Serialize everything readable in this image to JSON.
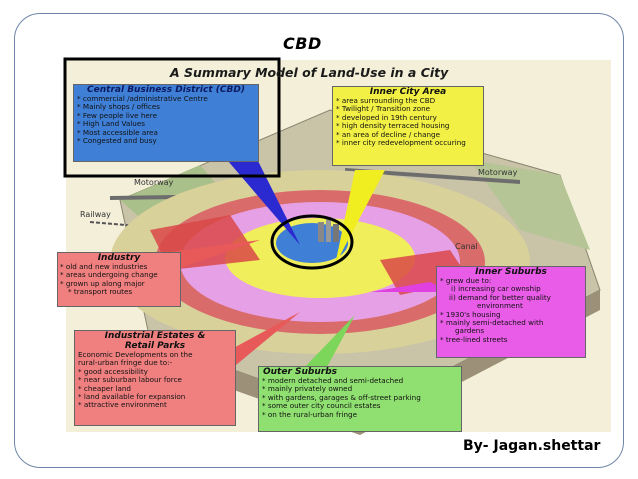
{
  "slide": {
    "title": "CBD",
    "author": "By- Jagan.shettar"
  },
  "diagram": {
    "heading": "A Summary Model of Land-Use in a City",
    "map_labels": {
      "motorway_left": "Motorway",
      "motorway_right": "Motorway",
      "railway": "Railway",
      "canal": "Canal"
    },
    "colors": {
      "cbd": "#3f7fd6",
      "inner_city": "#f2f044",
      "inner_suburbs": "#e85ce8",
      "outer_suburbs": "#8fe070",
      "industry": "#e85a5a",
      "industrial_estates": "#f08080"
    },
    "boxes": {
      "cbd": {
        "title": "Central Business District (CBD)",
        "items": [
          "commercial /administrative Centre",
          "Mainly shops / offices",
          "Few people live here",
          "High Land Values",
          "Most accessible area",
          "Congested and busy"
        ]
      },
      "inner_city": {
        "title": "Inner City Area",
        "items": [
          "area surrounding the CBD",
          "Twilight / Transition zone",
          "developed in 19th century",
          "high density terraced housing",
          "an area of decline / change",
          "inner city redevelopment occuring"
        ]
      },
      "industry": {
        "title": "Industry",
        "items": [
          "old and new industries",
          "areas undergoing change",
          "grown up along major",
          "transport routes"
        ]
      },
      "inner_suburbs": {
        "title": "Inner Suburbs",
        "intro": "grew due to:",
        "sub_lines": [
          "i) increasing car ownship",
          "ii) demand for better quality",
          "environment"
        ],
        "items": [
          "1930's housing",
          "mainly semi-detached with",
          "gardens",
          "tree-lined streets"
        ]
      },
      "industrial_estates": {
        "title_line1": "Industrial Estates &",
        "title_line2": "Retail Parks",
        "intro": [
          "Economic Developments on the",
          "rural-urban fringe due to:-"
        ],
        "items": [
          "good accessibility",
          "near suburban labour force",
          "cheaper land",
          "land available for expansion",
          "attractive environment"
        ]
      },
      "outer_suburbs": {
        "title": "Outer Suburbs",
        "items": [
          "modern detached and semi-detached",
          "mainly privately owned",
          "with gardens, garages & off-street parking",
          "some outer city council estates",
          "on the rural-urban fringe"
        ]
      }
    }
  }
}
